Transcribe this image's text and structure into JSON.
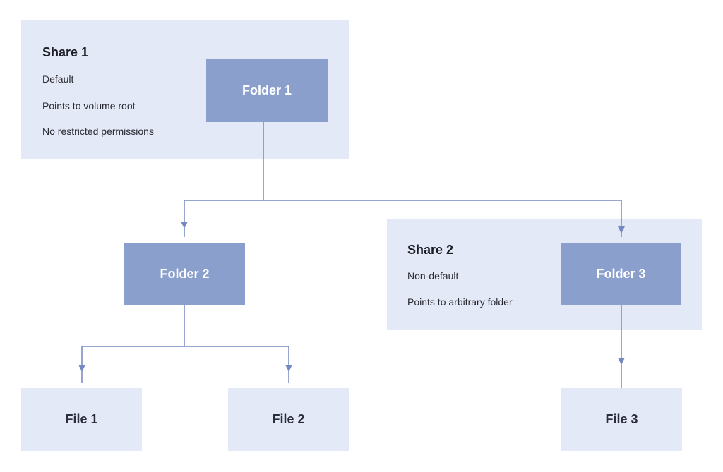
{
  "share1": {
    "title": "Share 1",
    "lines": [
      "Default",
      "Points to volume root",
      "No restricted permissions"
    ]
  },
  "share2": {
    "title": "Share 2",
    "lines": [
      "Non-default",
      "Points to arbitrary folder"
    ]
  },
  "folders": {
    "folder1": "Folder 1",
    "folder2": "Folder 2",
    "folder3": "Folder 3"
  },
  "files": {
    "file1": "File 1",
    "file2": "File 2",
    "file3": "File 3"
  },
  "colors": {
    "share_background": "#e4e9f7",
    "folder_fill": "#8a9fcc",
    "connector": "#7489c0"
  }
}
